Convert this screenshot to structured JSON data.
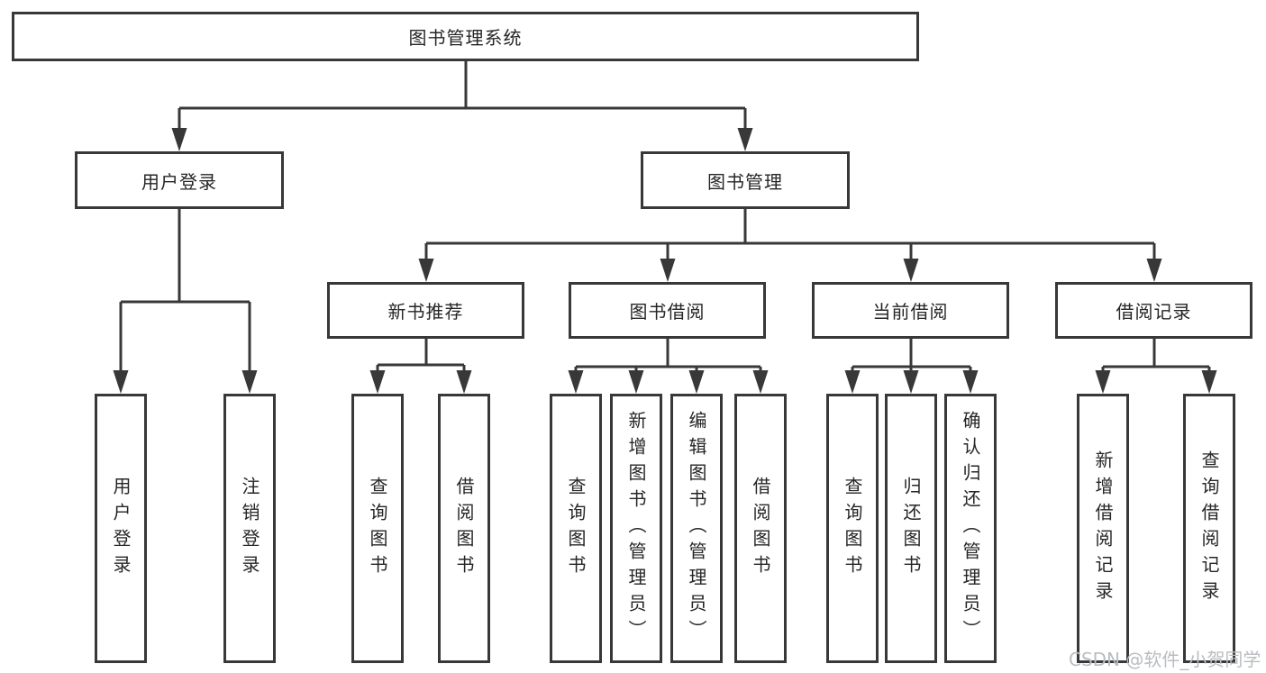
{
  "tree": {
    "label": "图书管理系统",
    "children": [
      {
        "label": "用户登录",
        "children": [
          {
            "label": "用户登录"
          },
          {
            "label": "注销登录"
          }
        ]
      },
      {
        "label": "图书管理",
        "children": [
          {
            "label": "新书推荐",
            "children": [
              {
                "label": "查询图书"
              },
              {
                "label": "借阅图书"
              }
            ]
          },
          {
            "label": "图书借阅",
            "children": [
              {
                "label": "查询图书"
              },
              {
                "label": "新增图书（管理员）"
              },
              {
                "label": "编辑图书（管理员）"
              },
              {
                "label": "借阅图书"
              }
            ]
          },
          {
            "label": "当前借阅",
            "children": [
              {
                "label": "查询图书"
              },
              {
                "label": "归还图书"
              },
              {
                "label": "确认归还（管理员）"
              }
            ]
          },
          {
            "label": "借阅记录",
            "children": [
              {
                "label": "新增借阅记录"
              },
              {
                "label": "查询借阅记录"
              }
            ]
          }
        ]
      }
    ]
  },
  "watermark": "CSDN @软件_小贺同学",
  "colors": {
    "line": "#383838",
    "box_border": "#383838",
    "text": "#262626",
    "watermark": "#b9bdc1",
    "background": "#ffffff"
  }
}
